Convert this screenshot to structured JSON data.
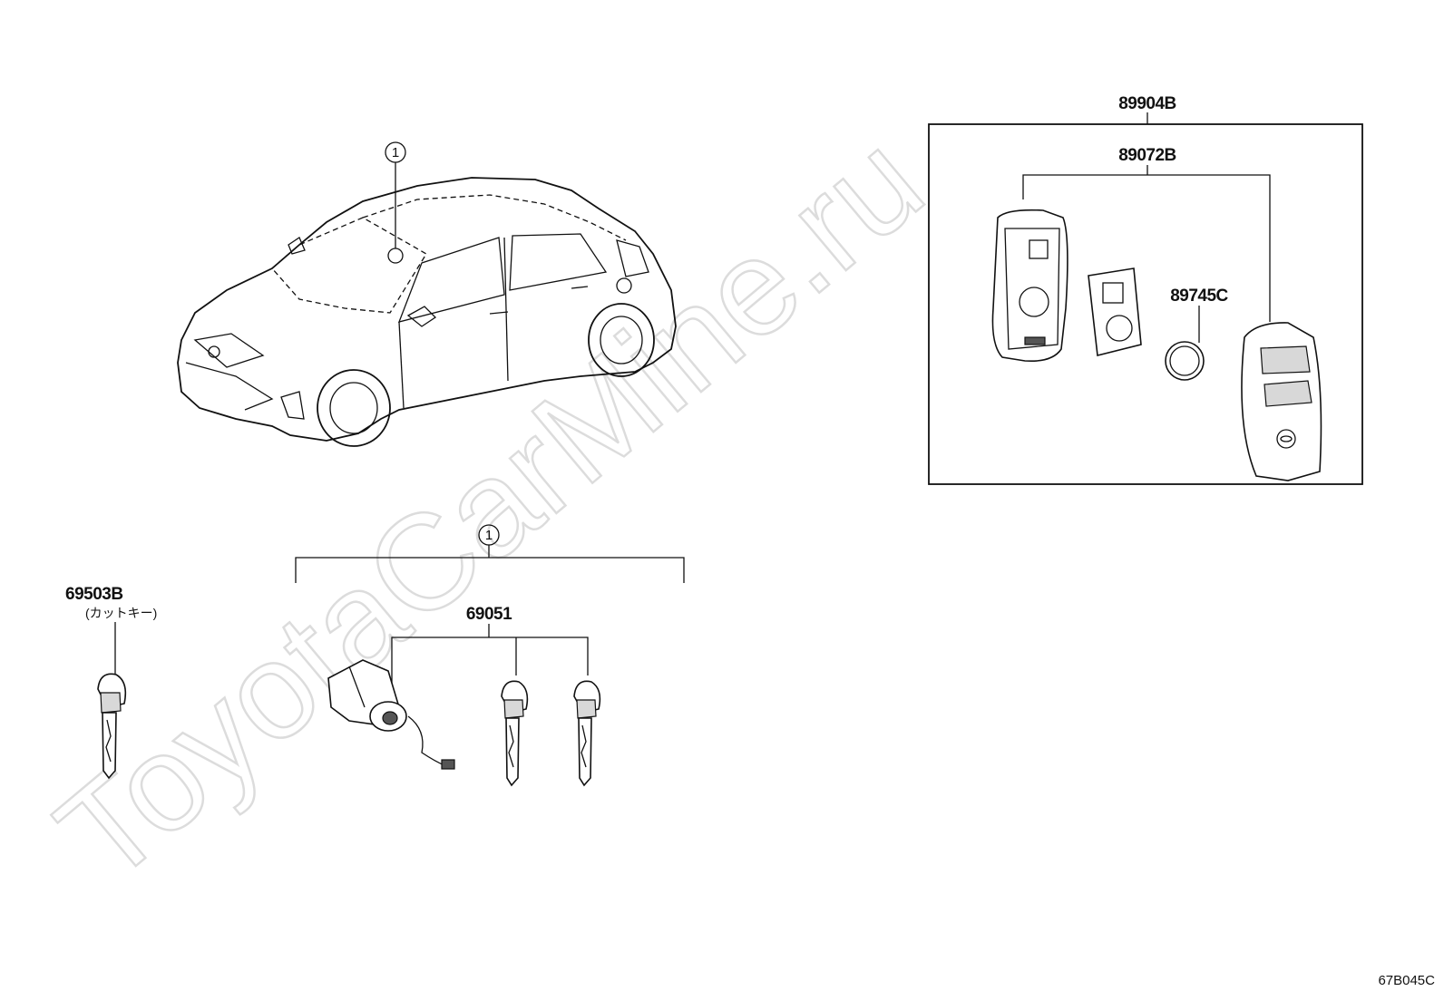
{
  "watermark": "ToyotaCarMine.ru",
  "callouts": {
    "ref_circle_car": "1",
    "ref_circle_kit": "1"
  },
  "labels": {
    "smart_key_assy": "89904B",
    "key_case": "89072B",
    "battery": "89745C",
    "cut_key": "69503B",
    "cut_key_note": "(カットキー)",
    "cylinder_key_set": "69051"
  },
  "figure_code": "67B045C"
}
